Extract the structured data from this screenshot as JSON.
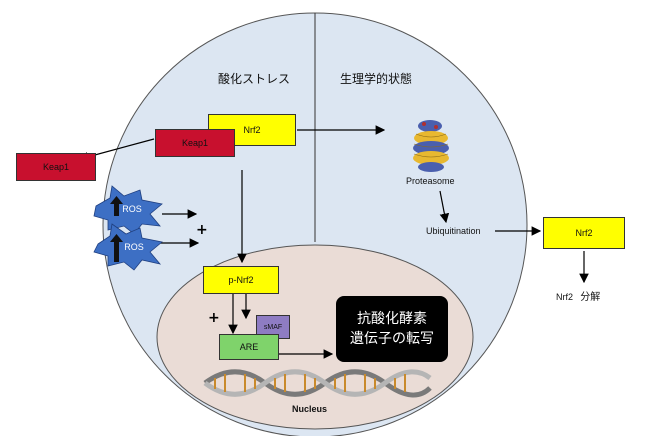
{
  "regions": {
    "left_title": "酸化ストレス",
    "right_title": "生理学的状態",
    "nucleus_label": "Nucleus"
  },
  "boxes": {
    "nrf2_cyto": "Nrf2",
    "keap1_bound": "Keap1",
    "keap1_free": "Keap1",
    "p_nrf2": "p-Nrf2",
    "smaf": "sMAF",
    "are": "ARE",
    "nrf2_right": "Nrf2"
  },
  "ros": [
    "ROS",
    "ROS"
  ],
  "plus_signs": [
    "+",
    "+"
  ],
  "proteasome_label": "Proteasome",
  "ubiquitination_label": "Ubiquitination",
  "degradation": {
    "protein": "Nrf2",
    "text": "分解"
  },
  "result_box": {
    "line1": "抗酸化酵素",
    "line2": "遺伝子の転写"
  },
  "colors": {
    "cell_fill": "#dce6f2",
    "nucleus_fill": "#eadcd6",
    "yellow": "#ffff00",
    "red": "#c8102e",
    "green": "#7fd36b",
    "purple": "#8e7cc3",
    "ros_blue": "#3d6fc4"
  }
}
